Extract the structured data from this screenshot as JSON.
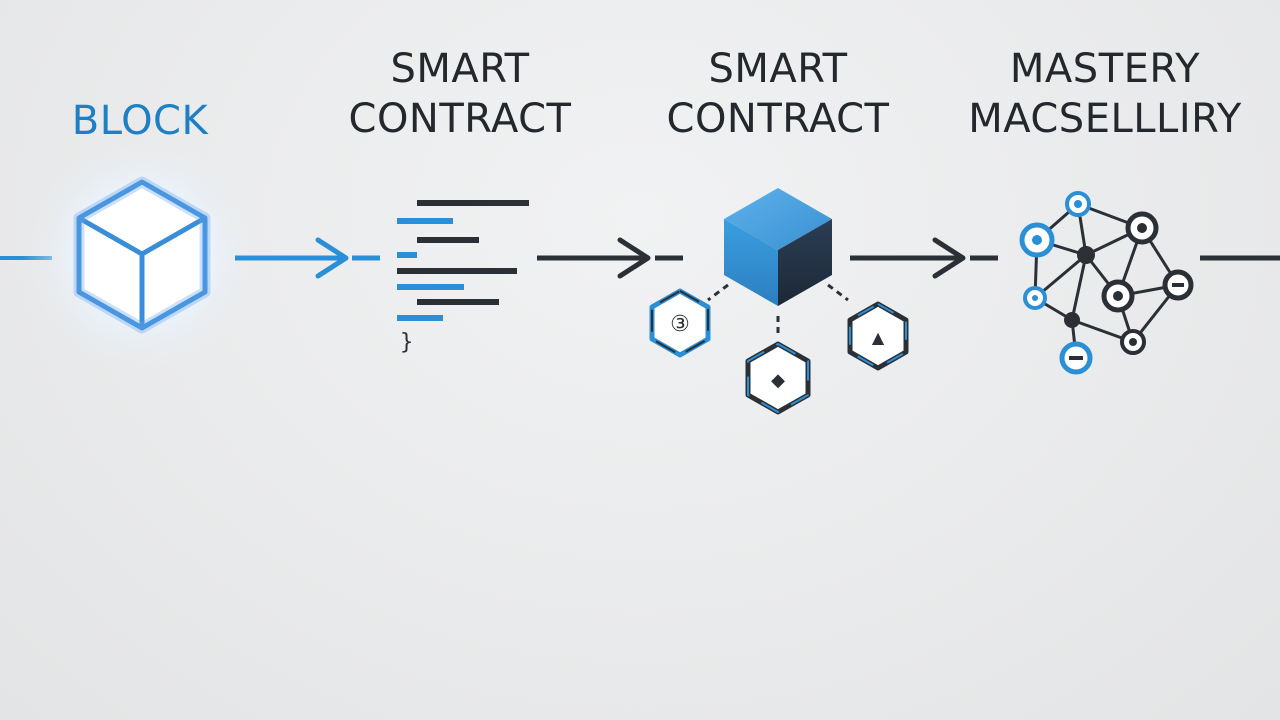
{
  "stages": [
    {
      "id": "block",
      "lines": [
        "BLOCK"
      ]
    },
    {
      "id": "smart-contract-1",
      "lines": [
        "SMART",
        "CONTRACT"
      ]
    },
    {
      "id": "smart-contract-2",
      "lines": [
        "SMART",
        "CONTRACT"
      ]
    },
    {
      "id": "mastery",
      "lines": [
        "MASTERY",
        "MACSELLLIRY"
      ]
    }
  ],
  "code_glyph": "}",
  "token_glyphs": [
    "③",
    "◆",
    "▲"
  ],
  "colors": {
    "accent_blue": "#2a8fd6",
    "dark": "#2b3036",
    "label_blue": "#1f7fc4"
  }
}
